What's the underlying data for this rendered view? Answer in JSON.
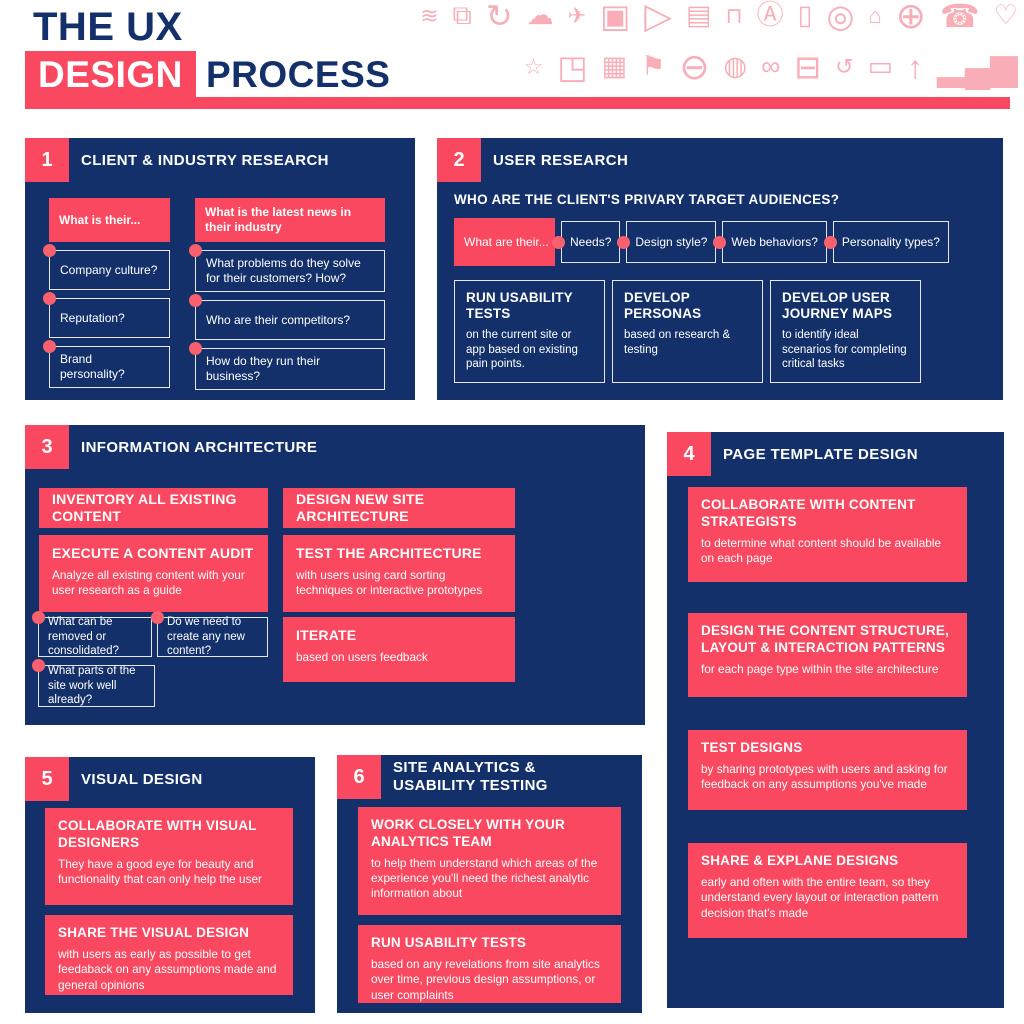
{
  "palette": {
    "navy": "#13306B",
    "pink": "#F9485F",
    "dot_pink": "#F7606C",
    "light_pink_icons": "#F9AEB7",
    "text": "#FFFFFF"
  },
  "header": {
    "title_top": "THE UX",
    "title_highlight": "DESIGN",
    "title_rest": "PROCESS",
    "icons": [
      {
        "name": "waveform-icon",
        "glyph": "≋"
      },
      {
        "name": "screen-share-icon",
        "glyph": "⧉"
      },
      {
        "name": "refresh-icon",
        "glyph": "↻"
      },
      {
        "name": "cloud-icon",
        "glyph": "☁"
      },
      {
        "name": "plane-icon",
        "glyph": "✈"
      },
      {
        "name": "lock-icon",
        "glyph": "▣"
      },
      {
        "name": "video-camera-icon",
        "glyph": "▷"
      },
      {
        "name": "printer-icon",
        "glyph": "▤"
      },
      {
        "name": "presentation-icon",
        "glyph": "⊓"
      },
      {
        "name": "letter-a-icon",
        "glyph": "Ⓐ"
      },
      {
        "name": "document-icon",
        "glyph": "▯"
      },
      {
        "name": "target-icon",
        "glyph": "◎"
      },
      {
        "name": "home-icon",
        "glyph": "⌂"
      },
      {
        "name": "plus-circle-icon",
        "glyph": "⊕"
      },
      {
        "name": "phone-icon",
        "glyph": "☎"
      },
      {
        "name": "heart-icon",
        "glyph": "♡"
      },
      {
        "name": "star-icon",
        "glyph": "☆"
      },
      {
        "name": "sticky-note-icon",
        "glyph": "◳"
      },
      {
        "name": "calculator-icon",
        "glyph": "▦"
      },
      {
        "name": "flag-icon",
        "glyph": "⚑"
      },
      {
        "name": "minus-circle-icon",
        "glyph": "⊖"
      },
      {
        "name": "podcast-icon",
        "glyph": "◍"
      },
      {
        "name": "glasses-icon",
        "glyph": "∞"
      },
      {
        "name": "inbox-icon",
        "glyph": "⊟"
      },
      {
        "name": "undo-icon",
        "glyph": "↺"
      },
      {
        "name": "ticket-icon",
        "glyph": "▭"
      },
      {
        "name": "arrow-up-icon",
        "glyph": "↑"
      },
      {
        "name": "bar-chart-icon",
        "glyph": "▂▄▆"
      }
    ]
  },
  "sections": [
    {
      "number": "1",
      "title": "CLIENT & INDUSTRY RESEARCH",
      "columns": [
        {
          "header": "What is their...",
          "items": [
            "Company culture?",
            "Reputation?",
            "Brand personality?"
          ]
        },
        {
          "header": "What is the latest news in their industry",
          "items": [
            "What problems do they solve for their customers? How?",
            "Who are their competitors?",
            "How do they run their business?"
          ]
        }
      ]
    },
    {
      "number": "2",
      "title": "USER RESEARCH",
      "question": "WHO ARE THE CLIENT'S PRIVARY TARGET AUDIENCES?",
      "audience": {
        "lead": "What are their...",
        "options": [
          "Needs?",
          "Design style?",
          "Web behaviors?",
          "Personality types?"
        ]
      },
      "activities": [
        {
          "title": "RUN USABILITY TESTS",
          "body": "on the current site or app based on existing pain points."
        },
        {
          "title": "DEVELOP PERSONAS",
          "body": "based on research & testing"
        },
        {
          "title": "DEVELOP USER JOURNEY MAPS",
          "body": "to identify ideal scenarios for completing critical tasks"
        }
      ]
    },
    {
      "number": "3",
      "title": "INFORMATION ARCHITECTURE",
      "inventory_title": "INVENTORY ALL EXISTING CONTENT",
      "audit": {
        "title": "EXECUTE A CONTENT AUDIT",
        "body": "Analyze all existing content with your user research as a guide"
      },
      "questions": [
        "What can be removed or consolidated?",
        "Do we need to create any new content?",
        "What parts of the site work well already?"
      ],
      "architecture_title": "DESIGN NEW SITE ARCHITECTURE",
      "test": {
        "title": "TEST THE ARCHITECTURE",
        "body": "with users using card sorting techniques or interactive prototypes"
      },
      "iterate": {
        "title": "ITERATE",
        "body": "based on users feedback"
      }
    },
    {
      "number": "4",
      "title": "PAGE TEMPLATE DESIGN",
      "steps": [
        {
          "title": "COLLABORATE WITH CONTENT STRATEGISTS",
          "body": "to determine what content should be available on each page"
        },
        {
          "title": "DESIGN THE CONTENT STRUCTURE, LAYOUT & INTERACTION PATTERNS",
          "body": "for each page type within the site architecture"
        },
        {
          "title": "TEST DESIGNS",
          "body": "by sharing prototypes with users and asking for feedback on any assumptions you've made"
        },
        {
          "title": "SHARE & EXPLANE DESIGNS",
          "body": "early and often with the entire team, so they understand every layout or interaction pattern decision that's made"
        }
      ]
    },
    {
      "number": "5",
      "title": "VISUAL DESIGN",
      "steps": [
        {
          "title": "COLLABORATE WITH VISUAL DESIGNERS",
          "body": "They have a good eye for beauty and functionality that can only help the user"
        },
        {
          "title": "SHARE THE VISUAL DESIGN",
          "body": "with users as early as possible to get feedaback on any assumptions made and general opinions"
        }
      ]
    },
    {
      "number": "6",
      "title": "SITE ANALYTICS & USABILITY TESTING",
      "steps": [
        {
          "title": "WORK CLOSELY WITH YOUR ANALYTICS TEAM",
          "body": "to help them understand which areas of the experience you'll need the richest analytic information about"
        },
        {
          "title": "RUN USABILITY TESTS",
          "body": "based on any revelations from site analytics over time, previous design assumptions, or user complaints"
        }
      ]
    }
  ]
}
